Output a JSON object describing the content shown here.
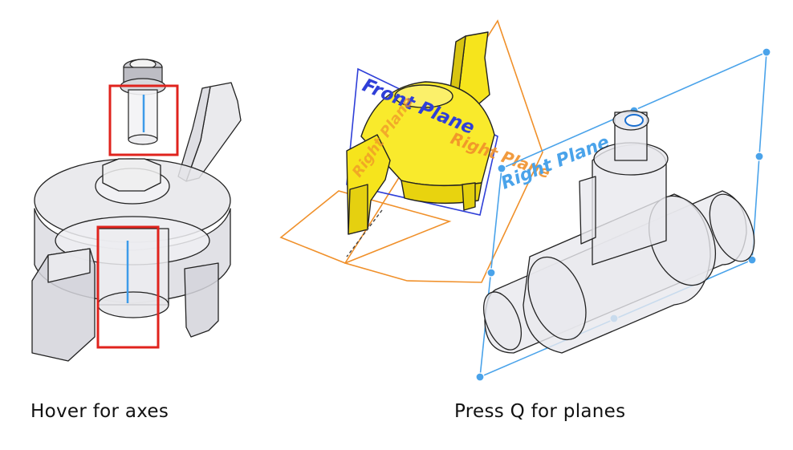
{
  "captions": {
    "left": "Hover for axes",
    "right": "Press Q for planes"
  },
  "plane_labels": {
    "front": "Front Plane",
    "right": "Right Plane",
    "right_ghost": "Right Plane",
    "right_valve": "Right Plane"
  },
  "colors": {
    "highlight_box": "#e0231d",
    "axis_line": "#3d9be9",
    "front_plane": "#2f3fd8",
    "right_plane": "#f0902a",
    "valve_plane": "#4aa3ea",
    "part_yellow": "#f6e41c",
    "part_outline": "#222222",
    "ghost_fill": "#e4e4e8"
  },
  "icons": {
    "left_part": "coupling-part-icon",
    "middle_part": "winged-cone-part-icon",
    "right_part": "valve-part-icon"
  }
}
